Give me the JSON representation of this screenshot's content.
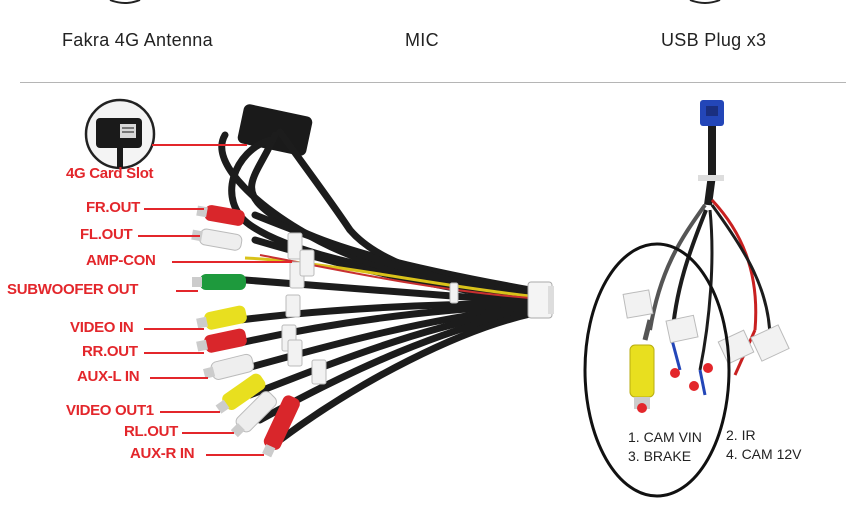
{
  "header": {
    "captions": [
      "Fakra 4G Antenna",
      "MIC",
      "USB Plug x3"
    ]
  },
  "left_harness": {
    "labels": [
      "4G Card Slot",
      "FR.OUT",
      "FL.OUT",
      "AMP-CON",
      "SUBWOOFER OUT",
      "VIDEO IN",
      "RR.OUT",
      "AUX-L IN",
      "VIDEO OUT1",
      "RL.OUT",
      "AUX-R IN"
    ]
  },
  "right_harness": {
    "notes_left": [
      "1. CAM VIN",
      "3. BRAKE"
    ],
    "notes_right": [
      "2. IR",
      "4. CAM 12V"
    ]
  },
  "colors": {
    "label_red": "#e3262b",
    "cable_black": "#1c1c1c",
    "rca_red": "#d9262b",
    "rca_white": "#eeeeee",
    "rca_yellow": "#e8df1f",
    "rca_green": "#1e9a3d"
  }
}
